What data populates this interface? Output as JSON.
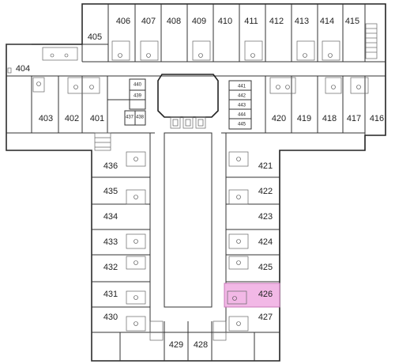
{
  "floor_plan": {
    "highlighted_room": "426",
    "highlight_color": "#f2b8e6",
    "rooms": {
      "r404": "404",
      "r405": "405",
      "r406": "406",
      "r407": "407",
      "r408": "408",
      "r409": "409",
      "r410": "410",
      "r411": "411",
      "r412": "412",
      "r413": "413",
      "r414": "414",
      "r415": "415",
      "r403": "403",
      "r402": "402",
      "r401": "401",
      "r440": "440",
      "r439": "439",
      "r437": "437",
      "r438": "438",
      "r441": "441",
      "r442": "442",
      "r443": "443",
      "r444": "444",
      "r445": "445",
      "r420": "420",
      "r419": "419",
      "r418": "418",
      "r417": "417",
      "r416": "416",
      "r436": "436",
      "r435": "435",
      "r434": "434",
      "r433": "433",
      "r432": "432",
      "r431": "431",
      "r430": "430",
      "r429": "429",
      "r428": "428",
      "r421": "421",
      "r422": "422",
      "r423": "423",
      "r424": "424",
      "r425": "425",
      "r426": "426",
      "r427": "427"
    }
  }
}
